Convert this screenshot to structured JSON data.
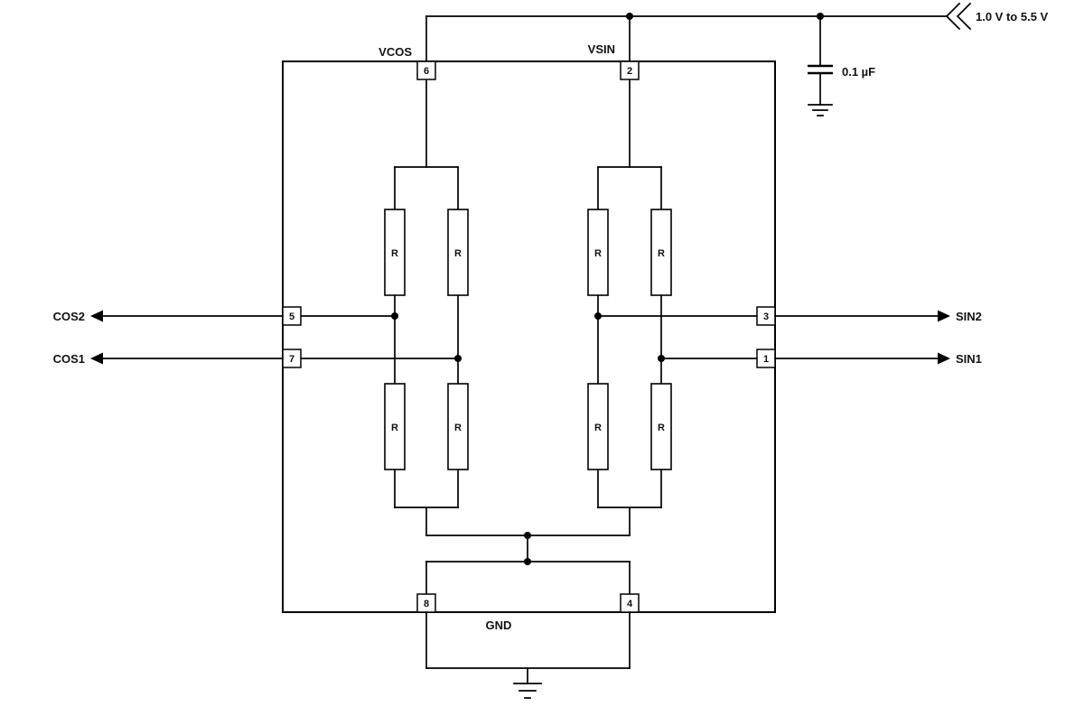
{
  "colors": {
    "line": "#000000",
    "background": "#ffffff",
    "text": "#111111"
  },
  "power": {
    "supply_label": "1.0 V to 5.5 V",
    "capacitor_label": "0.1 µF"
  },
  "chip": {
    "gnd_label": "GND",
    "pins": {
      "vcos": {
        "number": "6",
        "label": "VCOS"
      },
      "vsin": {
        "number": "2",
        "label": "VSIN"
      },
      "cos2": {
        "number": "5",
        "label": "COS2"
      },
      "cos1": {
        "number": "7",
        "label": "COS1"
      },
      "sin2": {
        "number": "3",
        "label": "SIN2"
      },
      "sin1": {
        "number": "1",
        "label": "SIN1"
      },
      "gnd8": {
        "number": "8"
      },
      "gnd4": {
        "number": "4"
      }
    }
  },
  "labels": {
    "resistor": "R"
  }
}
